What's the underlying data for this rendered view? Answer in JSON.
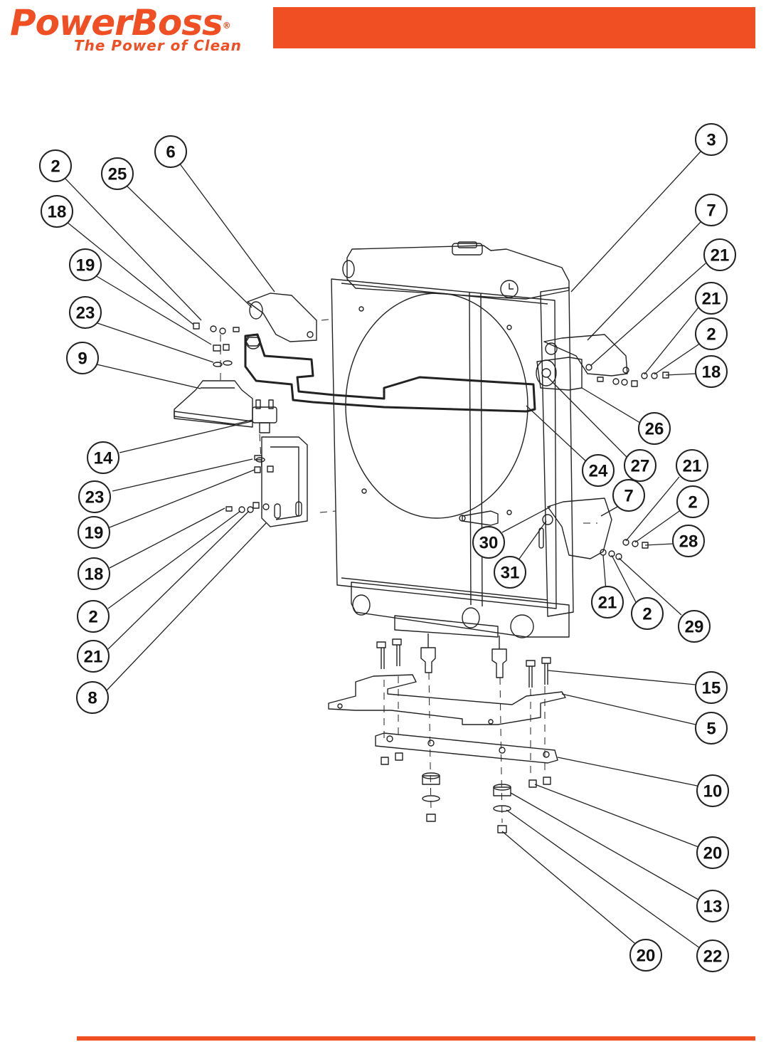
{
  "brand": {
    "name": "PowerBoss",
    "registered": "®",
    "tagline": "The Power of Clean"
  },
  "colors": {
    "brand_orange": "#f04e23",
    "line": "#222222"
  },
  "callouts": [
    "2",
    "25",
    "6",
    "18",
    "19",
    "23",
    "9",
    "14",
    "23",
    "19",
    "18",
    "2",
    "21",
    "8",
    "3",
    "7",
    "21",
    "21",
    "2",
    "18",
    "26",
    "27",
    "24",
    "21",
    "7",
    "2",
    "28",
    "30",
    "31",
    "21",
    "2",
    "29",
    "15",
    "5",
    "10",
    "20",
    "13",
    "20",
    "22"
  ]
}
